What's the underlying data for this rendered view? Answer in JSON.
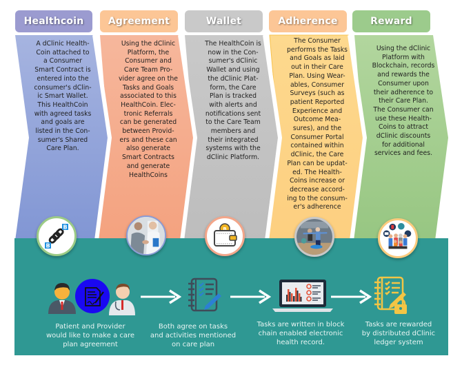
{
  "stages": [
    {
      "title": "Healthcoin",
      "color": "#9B9BD2",
      "panel_color": "#8EA3D8",
      "text": "A dClinic Health-\nCoin attached to\na Consumer\nSmart Contract is\nentered into the\nconsumer's dClin-\nic Smart Wallet.\nThis HealthCoin\nwith agreed tasks\nand goals are\nlisted in the Con-\nsumer's Shared\nCare Plan.",
      "icon": "blockchain-link-icon",
      "ring_color": "#9CCB86"
    },
    {
      "title": "Agreement",
      "color": "#FBC796",
      "panel_color": "#F5A98A",
      "text": "Using the dClinic\nPlatform, the\nConsumer and\nCare Team Pro-\nvider agree on the\nTasks and Goals\nassociated to this\nHealthCoin. Elec-\ntronic Referrals\ncan be generated\nbetween Provid-\ners and these can\nalso generate\nSmart Contracts\nand generate\nHealthCoins",
      "icon": "handshake-photo-icon",
      "ring_color": "#8A9BD6"
    },
    {
      "title": "Wallet",
      "color": "#C9C9C9",
      "panel_color": "#C4C4C4",
      "text": "The HealthCoin is\nnow in the Con-\nsumer's dClinic\nWallet and using\nthe dClinic Plat-\nform, the Care\nPlan is tracked\nwith alerts and\nnotifications sent\nto the Care Team\nmembers and\ntheir integrated\nsystems with the\ndClinic Platform.",
      "icon": "wallet-icon",
      "ring_color": "#F3A68A"
    },
    {
      "title": "Adherence",
      "color": "#FBC796",
      "panel_color": "#FDD38A",
      "text": "The Consumer\nperforms the Tasks\nand Goals as laid\nout in their Care\nPlan. Using Wear-\nables, Consumer\nSurveys (such as\npatient Reported\nExperience and\nOutcome Mea-\nsures), and the\nConsumer Portal\ncontained within\ndClinic, the Care\nPlan can be updat-\ned. The Health-\nCoins increase or\ndecrease accord-\ning to the consum-\ner's adherence",
      "icon": "exercise-photo-icon",
      "ring_color": "#C8C8C8"
    },
    {
      "title": "Reward",
      "color": "#9CCB8E",
      "panel_color": "#A3CD8E",
      "text": "Using the dClinic\nPlatform with\nBlockchain, records\nand rewards the\nConsumer upon\ntheir adherence to\ntheir Care Plan.\nThe Consumer can\nuse these Health-\nCoins to attract\ndClinic discounts\nfor additional\nservices and fees.",
      "icon": "family-services-icon",
      "ring_color": "#FCCB7E"
    }
  ],
  "process": {
    "background": "#2F9893",
    "steps": [
      {
        "text": "Patient and Provider\nwould like to make a care\nplan agreement",
        "icon": "patient-provider-contract-icon"
      },
      {
        "text": "Both agree on tasks\nand activities mentioned\non care plan",
        "icon": "checklist-notebook-icon"
      },
      {
        "text": "Tasks are written in block\nchain enabled electronic\nhealth record.",
        "icon": "laptop-chart-icon"
      },
      {
        "text": "Tasks are rewarded\nby distributed dClinic\nledger system",
        "icon": "locked-checklist-icon"
      }
    ]
  }
}
